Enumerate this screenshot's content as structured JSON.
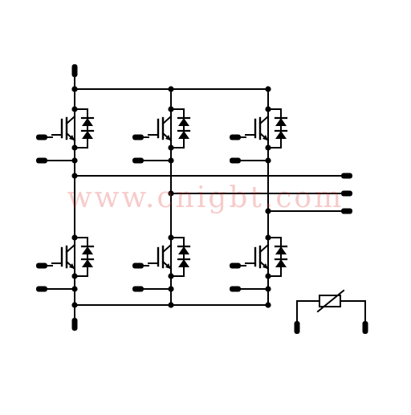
{
  "watermark": "www.cnigbt.com",
  "colors": {
    "wire": "#000000",
    "watermark": "#e14646"
  },
  "diagram": {
    "type": "three-phase IGBT inverter bridge with NTC thermistor",
    "legs": [
      "leg-1",
      "leg-2",
      "leg-3"
    ],
    "switches_per_leg": [
      "upper",
      "lower"
    ],
    "components": [
      "igbt-with-antiparallel-diodes",
      "ntc-thermistor"
    ]
  }
}
